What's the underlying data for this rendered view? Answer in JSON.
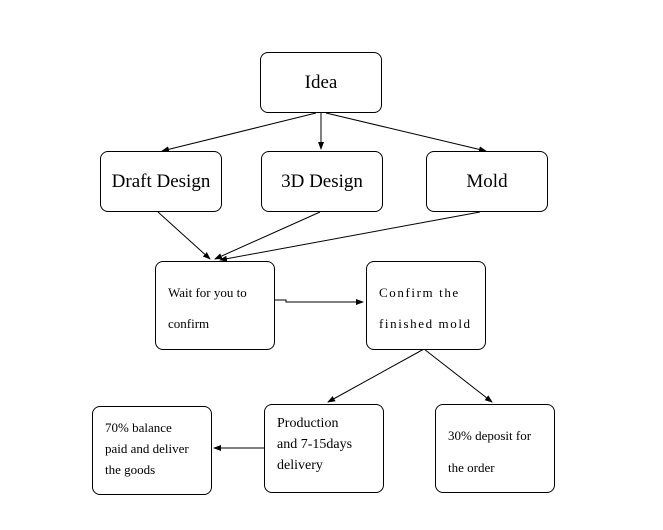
{
  "nodes": {
    "idea": {
      "label": "Idea"
    },
    "draft_design": {
      "label": "Draft Design"
    },
    "design_3d": {
      "label": "3D Design"
    },
    "mold": {
      "label": "Mold"
    },
    "wait_confirm": {
      "lines": [
        "Wait for you to",
        "confirm"
      ]
    },
    "confirm_mold": {
      "lines": [
        "Confirm the",
        "finished mold"
      ]
    },
    "balance": {
      "lines": [
        "70% balance",
        "paid and deliver",
        "the goods"
      ]
    },
    "production": {
      "lines": [
        "Production",
        "and 7-15days",
        "delivery"
      ]
    },
    "deposit": {
      "lines": [
        "30% deposit for",
        "the order"
      ]
    }
  },
  "edges": [
    {
      "from": "idea",
      "to": "draft_design"
    },
    {
      "from": "idea",
      "to": "design_3d"
    },
    {
      "from": "idea",
      "to": "mold"
    },
    {
      "from": "draft_design",
      "to": "wait_confirm"
    },
    {
      "from": "design_3d",
      "to": "wait_confirm"
    },
    {
      "from": "mold",
      "to": "wait_confirm"
    },
    {
      "from": "wait_confirm",
      "to": "confirm_mold"
    },
    {
      "from": "confirm_mold",
      "to": "production"
    },
    {
      "from": "confirm_mold",
      "to": "deposit"
    },
    {
      "from": "production",
      "to": "balance"
    }
  ],
  "colors": {
    "stroke": "#000000",
    "background": "#ffffff"
  }
}
